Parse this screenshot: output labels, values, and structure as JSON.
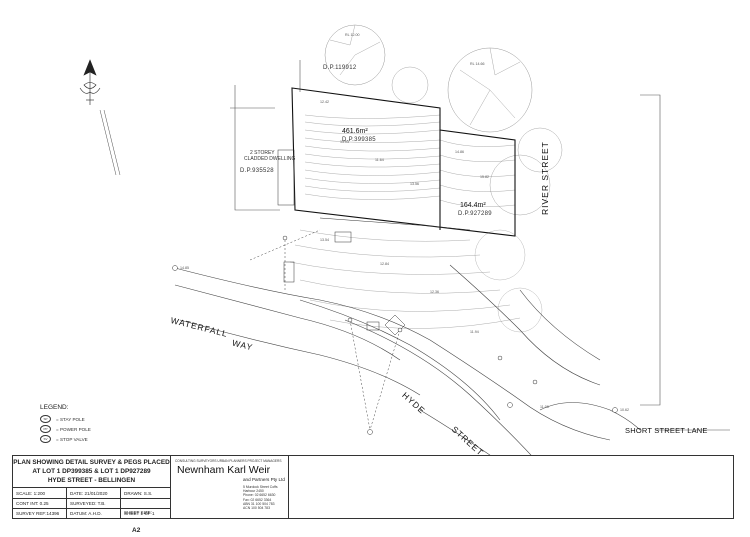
{
  "streets": {
    "river": "RIVER STREET",
    "waterfall_1": "WATERFALL",
    "waterfall_2": "WAY",
    "hyde_1": "HYDE",
    "hyde_2": "STREET",
    "short": "SHORT STREET LANE"
  },
  "lots": {
    "lot1_area": "461.6m²",
    "lot1_dp": "D.P.399385",
    "lot2_area": "164.4m²",
    "lot2_dp": "D.P.927289",
    "dp_north": "D.P.119912",
    "dp_west": "D.P.935528",
    "building_1": "2 STOREY",
    "building_2": "CLADDED DWELLING"
  },
  "legend": {
    "title": "LEGEND:",
    "items": [
      {
        "sym": "SP",
        "label": "= STAY POLE"
      },
      {
        "sym": "PP",
        "label": "= POWER POLE"
      },
      {
        "sym": "SV",
        "label": "= STOP VALVE"
      }
    ]
  },
  "title_block": {
    "plan_lines": [
      "PLAN SHOWING DETAIL SURVEY & PEGS PLACED",
      "AT LOT 1 DP399385 & LOT 1 DP927289",
      "HYDE STREET - BELLINGEN"
    ],
    "scale": "SCALE: 1:200",
    "date": "DATE: 21/01/2020",
    "drawn": "DRAWN: S.S.",
    "cont_int": "CONT INT: 0.25",
    "surveyed": "SURVEYED: T.B.",
    "sheet_size_label": "SHEET SIZE:",
    "sheet_size": "A2",
    "survey_ref": "SURVEY REF:14396",
    "datum": "DATUM: A.H.D.",
    "sheet": "SHEET 1 OF 1",
    "firm_services": "CONSULTING SURVEYORS URBAN PLANNERS PROJECT MANAGERS",
    "firm_name": "Newnham Karl Weir",
    "firm_sub": "and Partners Pty Ltd",
    "firm_address": [
      "5 Murdock Street Coffs Harbour 2450",
      "Phone: 02 6652 6630",
      "Fax: 02 6652 3364",
      "ABN 31 100 504 783",
      "ACN 100 504 783"
    ]
  }
}
